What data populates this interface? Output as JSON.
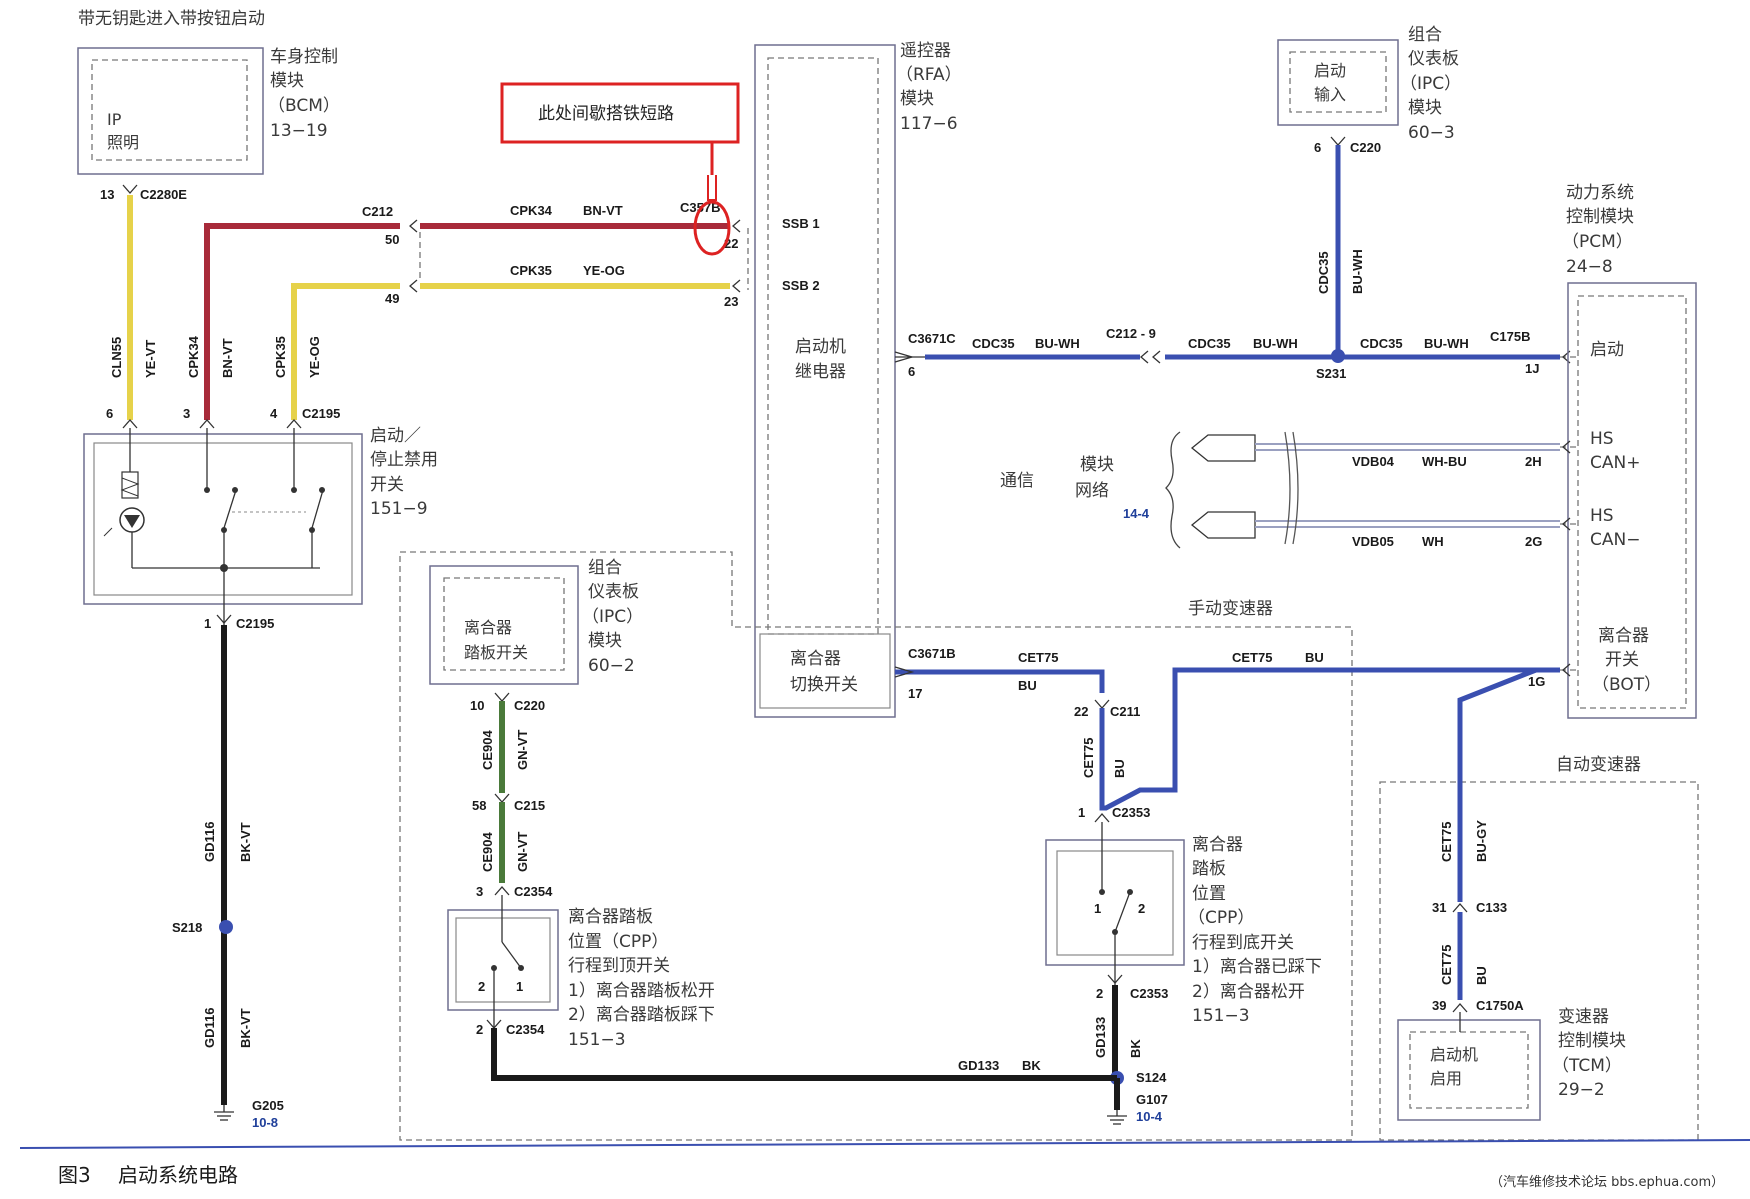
{
  "header": {
    "title": "带无钥匙进入带按钮启动"
  },
  "modules": {
    "bcm": {
      "lines": [
        "车身控制",
        "模块",
        "（BCM）",
        "13−19"
      ],
      "inner": [
        "IP",
        "照明"
      ]
    },
    "rfa": {
      "lines": [
        "遥控器",
        "（RFA）",
        "模块",
        "117−6"
      ],
      "relay": [
        "启动机",
        "继电器"
      ],
      "clutch_switch": [
        "离合器",
        "切换开关"
      ],
      "ssb1": "SSB 1",
      "ssb2": "SSB 2"
    },
    "ipc_top": {
      "lines": [
        "组合",
        "仪表板",
        "（IPC）",
        "模块",
        "60−3"
      ],
      "inner": [
        "启动",
        "输入"
      ]
    },
    "pcm": {
      "lines": [
        "动力系统",
        "控制模块",
        "（PCM）",
        "24−8"
      ],
      "start": "启动",
      "hs_can_plus": [
        "HS",
        "CAN+"
      ],
      "hs_can_minus": [
        "HS",
        "CAN−"
      ],
      "clutch": [
        "离合器",
        "开关",
        "（BOT）"
      ]
    },
    "start_stop": {
      "lines": [
        "启动／",
        "停止禁用",
        "开关",
        "151−9"
      ]
    },
    "ipc_bottom": {
      "lines": [
        "组合",
        "仪表板",
        "（IPC）",
        "模块",
        "60−2"
      ],
      "inner": [
        "离合器",
        "踏板开关"
      ]
    },
    "cpp_top": {
      "lines": [
        "离合器踏板",
        "位置（CPP）",
        "行程到顶开关",
        "1）离合器踏板松开",
        "2）离合器踏板踩下",
        "151−3"
      ]
    },
    "cpp_bottom": {
      "lines": [
        "离合器",
        "踏板",
        "位置",
        "（CPP）",
        "行程到底开关",
        "1）离合器已踩下",
        "2）离合器松开",
        "151−3"
      ]
    },
    "tcm": {
      "lines": [
        "变速器",
        "控制模块",
        "（TCM）",
        "29−2"
      ],
      "inner": [
        "启动机",
        "启用"
      ]
    },
    "comm": {
      "text1": "通信",
      "text2": "模块",
      "text3": "网络",
      "ref": "14-4"
    }
  },
  "regions": {
    "manual": "手动变速器",
    "auto": "自动变速器"
  },
  "callout": "此处间歇搭铁短路",
  "wires": {
    "cln55": "CLN55",
    "ye_vt": "YE-VT",
    "cpk34": "CPK34",
    "bn_vt": "BN-VT",
    "cpk35": "CPK35",
    "ye_og": "YE-OG",
    "gd116": "GD116",
    "bk_vt": "BK-VT",
    "cdc35": "CDC35",
    "bu_wh": "BU-WH",
    "vdb04": "VDB04",
    "wh_bu": "WH-BU",
    "vdb05": "VDB05",
    "wh": "WH",
    "cet75": "CET75",
    "bu": "BU",
    "bu_gy": "BU-GY",
    "ce904": "CE904",
    "gn_vt": "GN-VT",
    "gd133": "GD133",
    "bk": "BK"
  },
  "connectors": {
    "c2280e": "C2280E",
    "c212": "C212",
    "c357b": "C357B",
    "c2195": "C2195",
    "c220": "C220",
    "c3671c": "C3671C",
    "c212_9": "C212 - 9",
    "c175b": "C175B",
    "s231": "S231",
    "c3671b": "C3671B",
    "c211": "C211",
    "c2353": "C2353",
    "c215": "C215",
    "c2354": "C2354",
    "s218": "S218",
    "g205": "G205",
    "g205_ref": "10-8",
    "s124": "S124",
    "g107": "G107",
    "g107_ref": "10-4",
    "c133": "C133",
    "c1750a": "C1750A"
  },
  "pins": {
    "p13": "13",
    "p50": "50",
    "p49": "49",
    "p22": "22",
    "p23": "23",
    "p6": "6",
    "p3": "3",
    "p4": "4",
    "p1": "1",
    "p1j": "1J",
    "p2h": "2H",
    "p2g": "2G",
    "p17": "17",
    "p1g": "1G",
    "p10": "10",
    "p58": "58",
    "p2": "2",
    "p31": "31",
    "p39": "39",
    "sw1": "1",
    "sw2": "2"
  },
  "caption": {
    "fig": "图3",
    "text": "启动系统电路"
  },
  "footer": "（汽车维修技术论坛 bbs.ephua.com）"
}
